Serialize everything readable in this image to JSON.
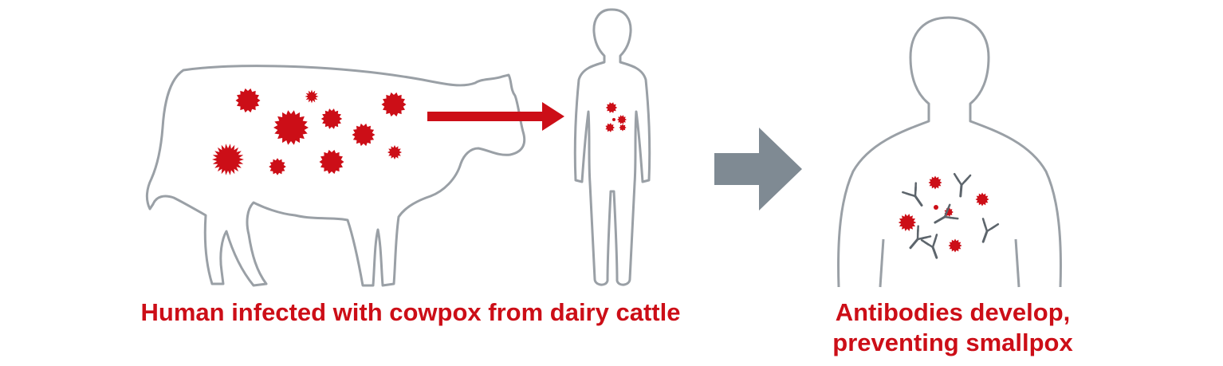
{
  "captions": {
    "left": "Human infected with cowpox from dairy cattle",
    "right_line1": "Antibodies develop,",
    "right_line2": "preventing smallpox"
  },
  "colors": {
    "virus": "#cc0e17",
    "outline": "#9aa0a6",
    "big_arrow": "#7f8a93",
    "antibody": "#5d656c",
    "caption": "#cc0e17"
  },
  "icons": {
    "virus": "virus-icon",
    "antibody": "antibody-icon",
    "transmission_arrow": "red-arrow-icon",
    "progression_arrow": "gray-arrow-icon"
  }
}
